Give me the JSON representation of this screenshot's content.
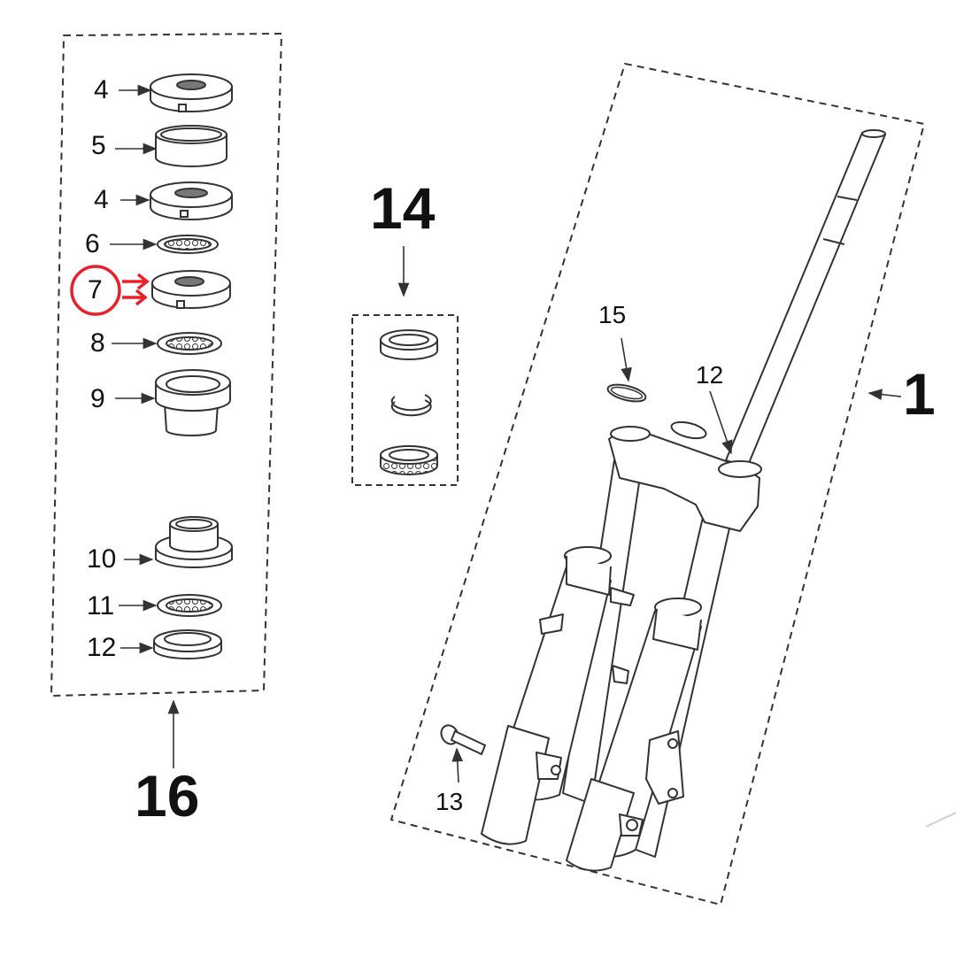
{
  "labels": {
    "p4a": "4",
    "p5": "5",
    "p4b": "4",
    "p6": "6",
    "p7": "7",
    "p8": "8",
    "p9": "9",
    "p10": "10",
    "p11": "11",
    "p12a": "12",
    "p14": "14",
    "p16": "16",
    "p15": "15",
    "p12b": "12",
    "p1": "1",
    "p13": "13"
  },
  "colors": {
    "line": "#333333",
    "highlight": "#e8202a",
    "fill": "#ffffff",
    "dark": "#555555"
  }
}
